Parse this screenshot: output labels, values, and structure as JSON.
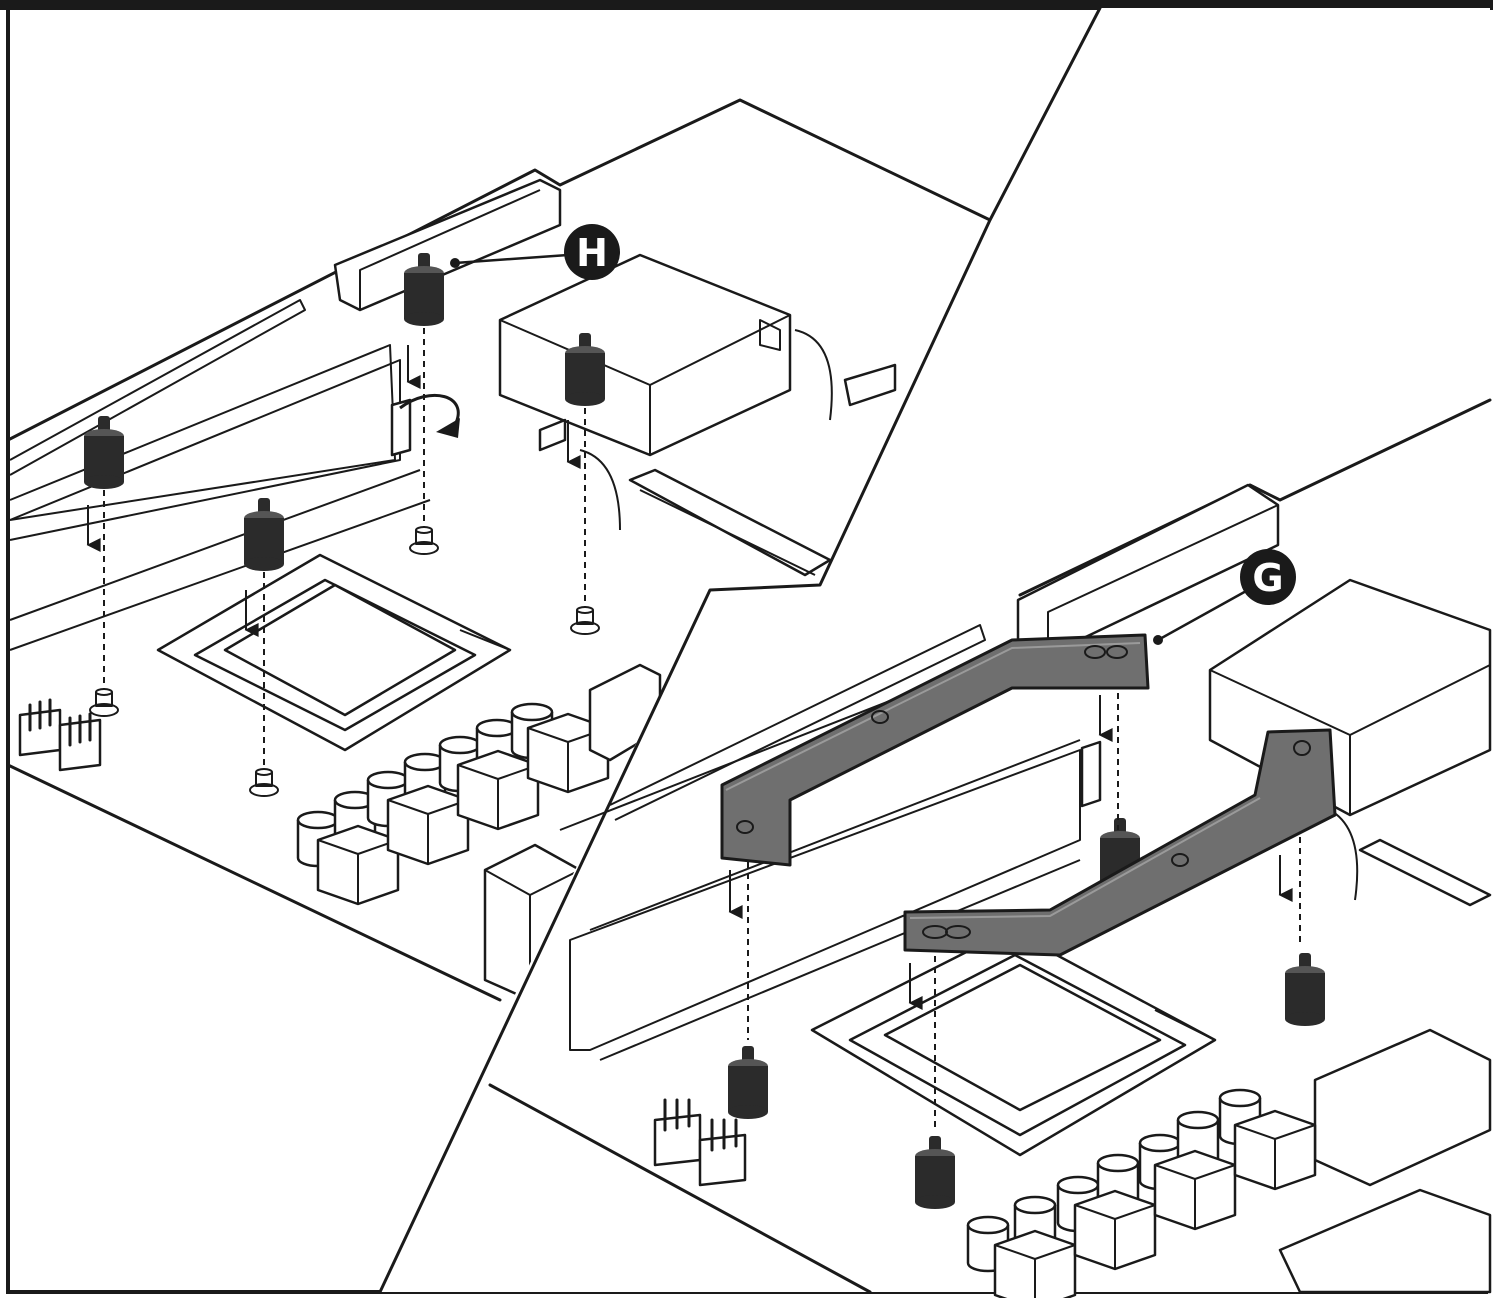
{
  "callouts": [
    {
      "id": "H",
      "label": "H"
    },
    {
      "id": "G",
      "label": "G"
    }
  ],
  "colors": {
    "line": "#1a1a1a",
    "standoff": "#2b2b2b",
    "bracket": "#6f6f6f",
    "background": "#ffffff"
  },
  "icons": [
    "standoff-icon",
    "down-arrow-icon",
    "rotate-arrow-icon",
    "bracket-icon"
  ]
}
